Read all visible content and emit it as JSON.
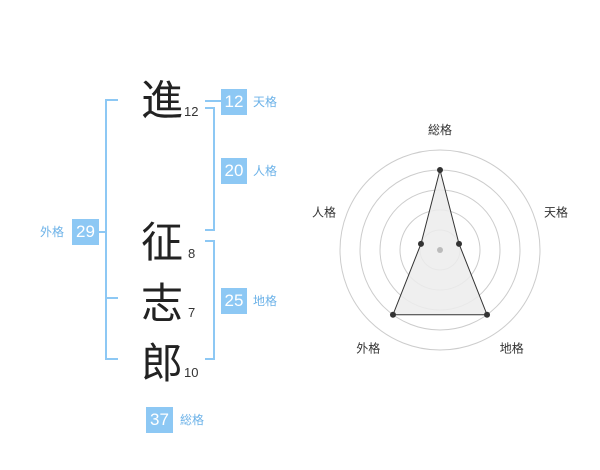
{
  "name": {
    "chars": [
      {
        "char": "進",
        "strokes": "12"
      },
      {
        "char": "征",
        "strokes": "8"
      },
      {
        "char": "志",
        "strokes": "7"
      },
      {
        "char": "郎",
        "strokes": "10"
      }
    ]
  },
  "fortune": {
    "tenkaku": {
      "value": "12",
      "label": "天格"
    },
    "jinkaku": {
      "value": "20",
      "label": "人格"
    },
    "chikaku": {
      "value": "25",
      "label": "地格"
    },
    "gaikaku": {
      "value": "29",
      "label": "外格"
    },
    "soukaku": {
      "value": "37",
      "label": "総格"
    }
  },
  "radar": {
    "axes": [
      "総格",
      "天格",
      "地格",
      "外格",
      "人格"
    ],
    "values": [
      4,
      1,
      4,
      4,
      1
    ],
    "max": 5,
    "rings": 5,
    "colors": {
      "ring": "#cccccc",
      "fill": "#ececec",
      "line": "#333333",
      "point": "#333333",
      "center": "#bbbbbb"
    }
  },
  "colors": {
    "bracket": "#8dc8f4",
    "badge": "#8dc8f4",
    "label": "#6cb2e8"
  }
}
